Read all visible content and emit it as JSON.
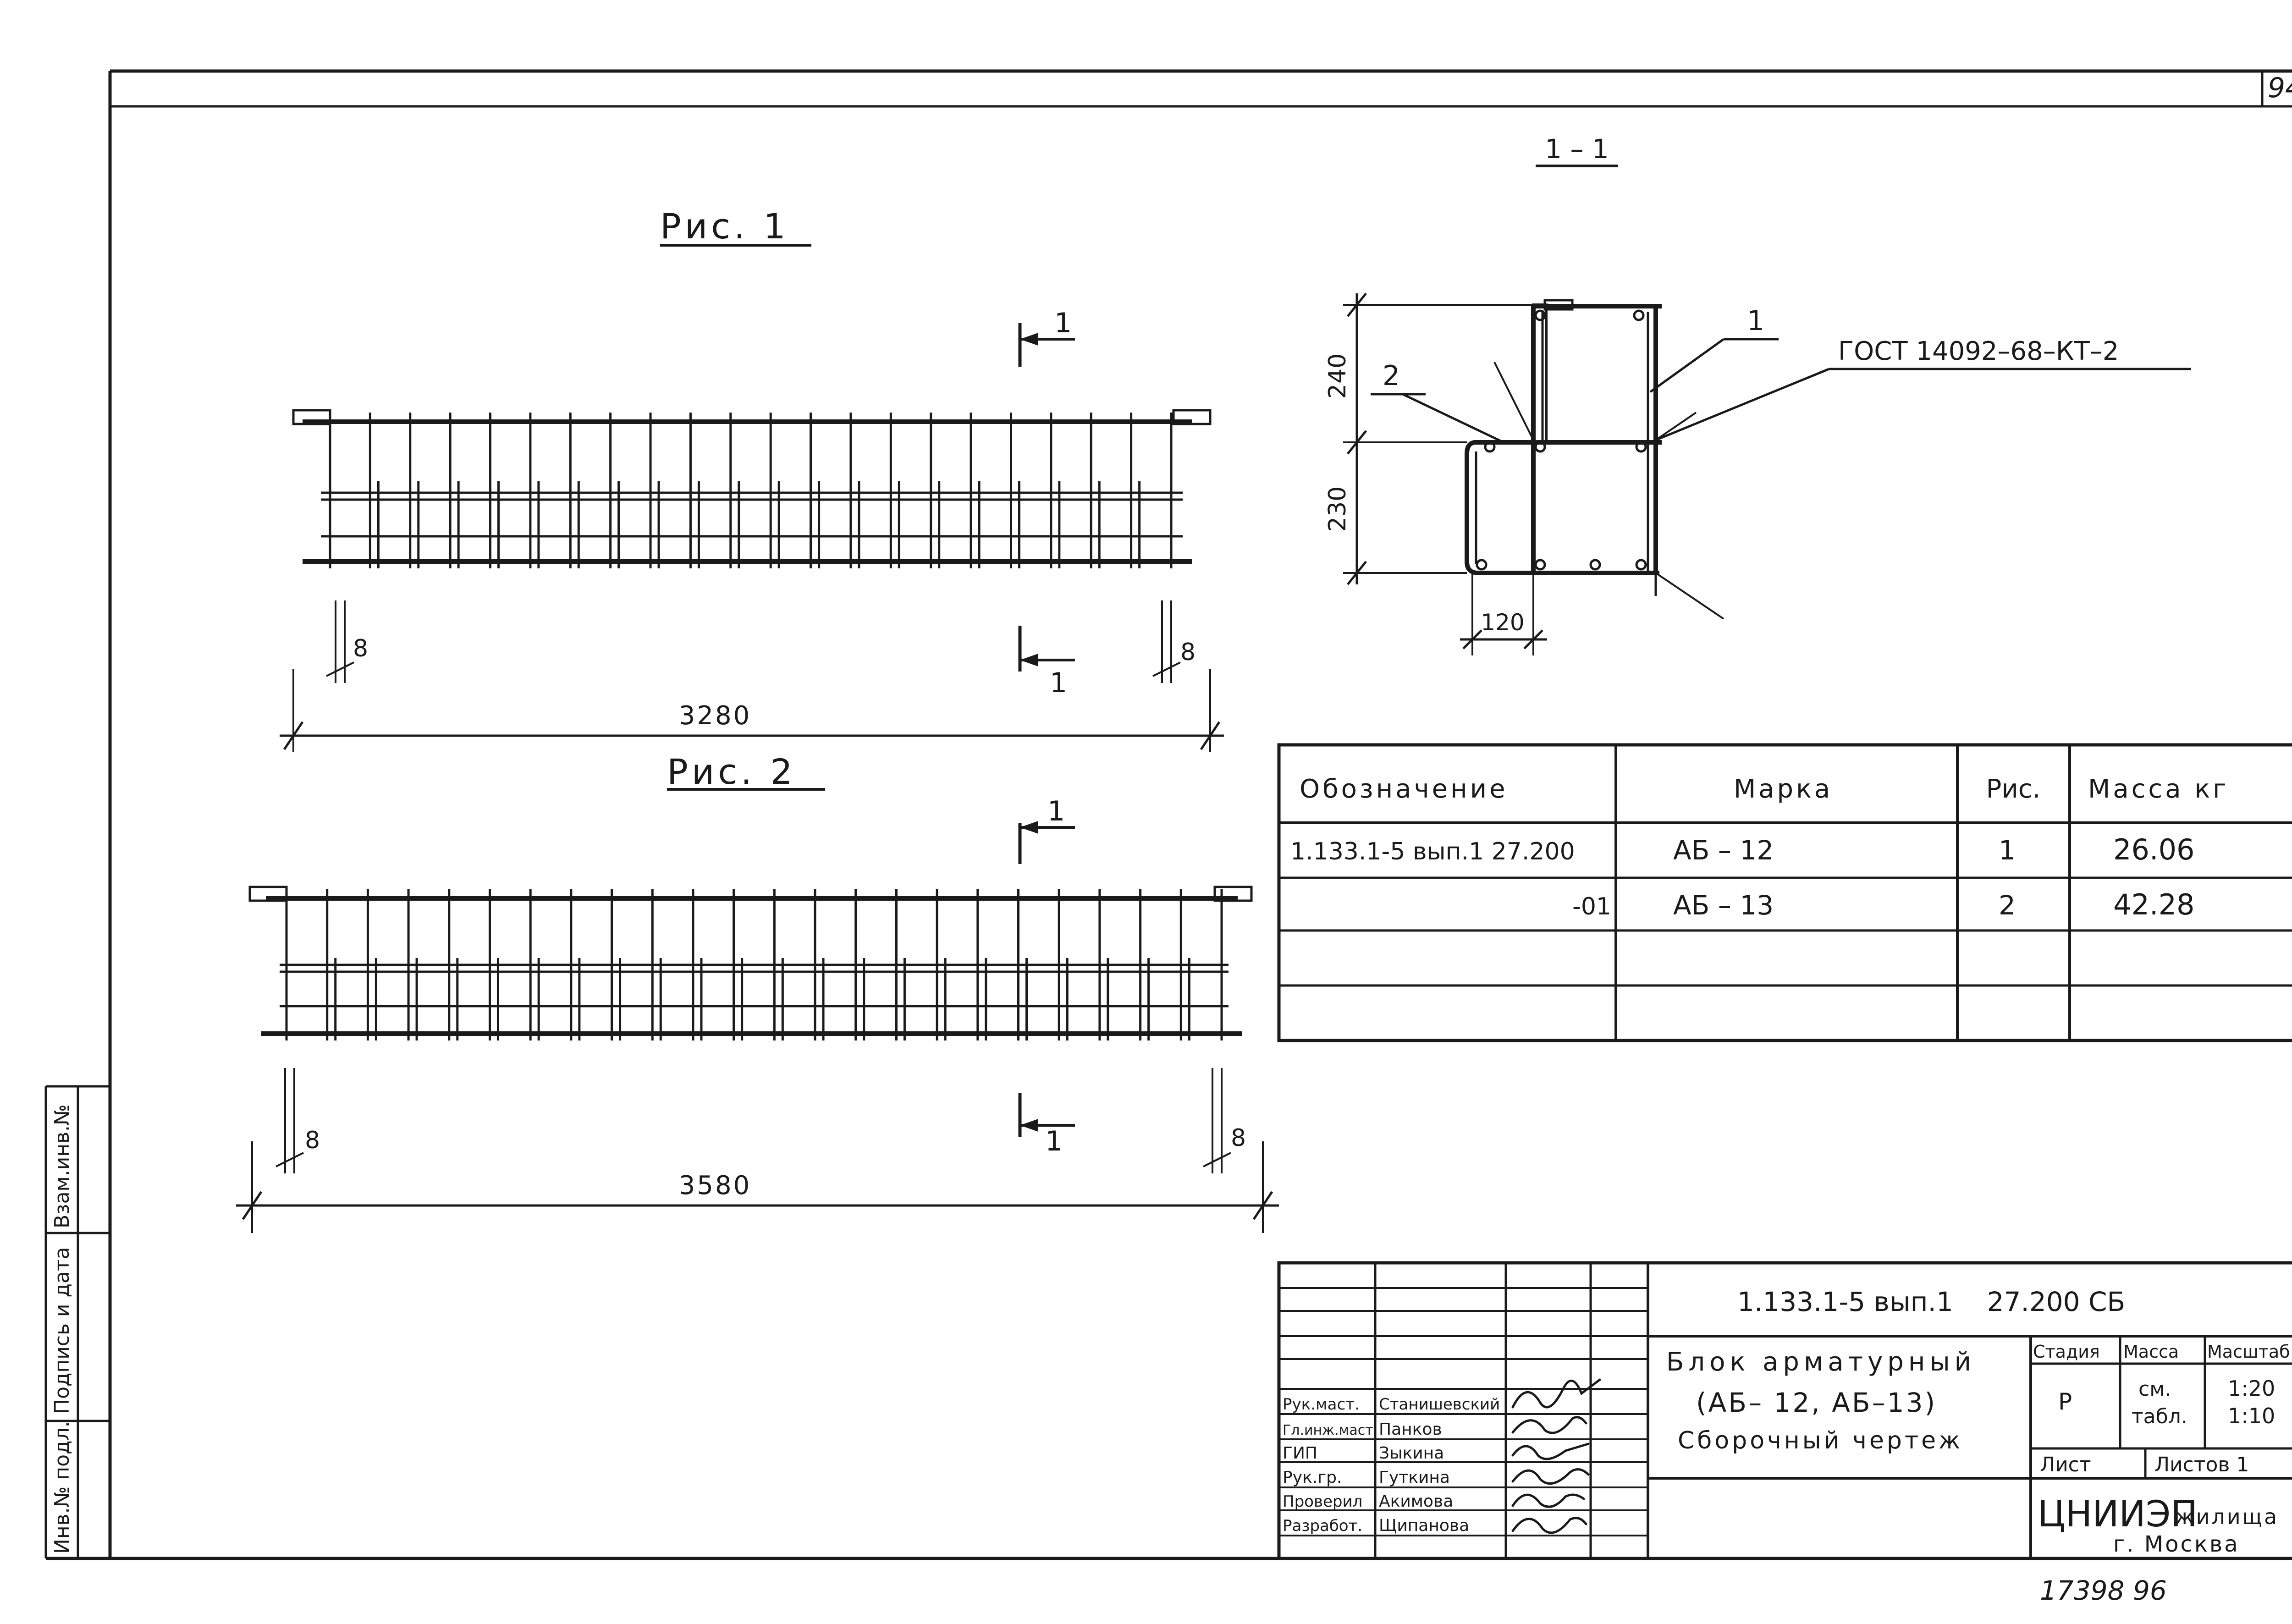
{
  "sheet": {
    "page_number": "94",
    "footer_code": "17398 96"
  },
  "figure1": {
    "title": "Рис. 1",
    "section_mark": "1",
    "length": "3280",
    "end_offset": "8",
    "vertical_bars": 22
  },
  "figure2": {
    "title": "Рис. 2",
    "section_mark": "1",
    "length": "3580",
    "end_offset": "8",
    "vertical_bars": 24
  },
  "section": {
    "title": "1 – 1",
    "dim_top": "240",
    "dim_bottom": "230",
    "dim_width": "120",
    "leader_1": "1",
    "leader_2": "2",
    "gost": "ГОСТ 14092–68–КТ–2"
  },
  "spec_table": {
    "headers": [
      "Обозначение",
      "Марка",
      "Рис.",
      "Масса кг"
    ],
    "rows": [
      [
        "1.133.1-5 вып.1 27.200",
        "АБ – 12",
        "1",
        "26.06"
      ],
      [
        "-01",
        "АБ – 13",
        "2",
        "42.28"
      ],
      [
        "",
        "",
        "",
        ""
      ],
      [
        "",
        "",
        "",
        ""
      ]
    ]
  },
  "title_block": {
    "doc_code": "1.133.1-5 вып.1    27.200 СБ",
    "title_line1": "Блок арматурный",
    "title_line2": "(АБ– 12, АБ–13)",
    "title_line3": "Сборочный чертеж",
    "col_stage": "Стадия",
    "col_mass": "Масса",
    "col_scale": "Масштаб",
    "stage": "Р",
    "mass_line1": "см.",
    "mass_line2": "табл.",
    "scale_line1": "1:20",
    "scale_line2": "1:10",
    "sheet_label": "Лист",
    "sheets_label": "Листов 1",
    "org_name": "ЦНИИЭП",
    "org_suffix": "жилища",
    "org_city": "г. Москва",
    "staff": [
      {
        "role": "Рук.маст.",
        "name": "Станишевский"
      },
      {
        "role": "Гл.инж.маст.",
        "name": "Панков"
      },
      {
        "role": "ГИП",
        "name": "Зыкина"
      },
      {
        "role": "Рук.гр.",
        "name": "Гуткина"
      },
      {
        "role": "Проверил",
        "name": "Акимова"
      },
      {
        "role": "Разработ.",
        "name": "Щипанова"
      }
    ]
  },
  "margin_stamp": {
    "labels": [
      "Инв.№ подл.",
      "Подпись и дата",
      "Взам.инв.№"
    ]
  }
}
